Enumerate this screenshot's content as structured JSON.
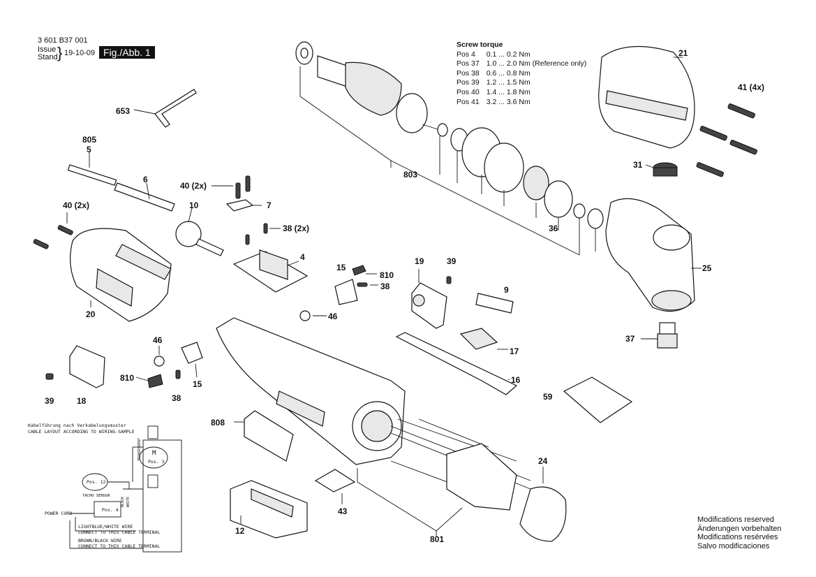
{
  "header": {
    "part_number": "3 601 B37 001",
    "issue_label": "Issue",
    "stand_label": "Stand",
    "date": "19-10-09",
    "figure": "Fig./Abb. 1"
  },
  "torque": {
    "title": "Screw torque",
    "rows": [
      {
        "pos": "Pos 4",
        "value": "0.1 ... 0.2 Nm"
      },
      {
        "pos": "Pos 37",
        "value": "1.0 ... 2.0 Nm (Reference only)"
      },
      {
        "pos": "Pos 38",
        "value": "0.6 ... 0.8 Nm"
      },
      {
        "pos": "Pos 39",
        "value": "1.2 ... 1.5 Nm"
      },
      {
        "pos": "Pos 40",
        "value": "1.4 ... 1.8 Nm"
      },
      {
        "pos": "Pos 41",
        "value": "3.2 ... 3.6 Nm"
      }
    ]
  },
  "labels": {
    "p653": "653",
    "p805": "805",
    "p5": "5",
    "p6": "6",
    "p40a": "40 (2x)",
    "p40b": "40 (2x)",
    "p7": "7",
    "p10": "10",
    "p38a": "38 (2x)",
    "p4": "4",
    "p20": "20",
    "p803": "803",
    "p21": "21",
    "p41": "41 (4x)",
    "p31": "31",
    "p36": "36",
    "p25": "25",
    "p15a": "15",
    "p810a": "810",
    "p38b": "38",
    "p46a": "46",
    "p19": "19",
    "p39a": "39",
    "p9": "9",
    "p17": "17",
    "p16": "16",
    "p37": "37",
    "p59": "59",
    "p46b": "46",
    "p810b": "810",
    "p15b": "15",
    "p38c": "38",
    "p39b": "39",
    "p18": "18",
    "p808": "808",
    "p24": "24",
    "p43": "43",
    "p12": "12",
    "p801": "801"
  },
  "cable_layout": {
    "title_de": "Kabelführung nach Verkabelungsmuster",
    "title_en": "CABLE LAYOUT ACCORDING TO WIRING-SAMPLE",
    "motor_m": "M",
    "motor_pos": "Pos. 3",
    "pos12": "Pos. 12",
    "tacho": "TACHO SENSOR",
    "pos4": "Pos. 4",
    "power_cord": "POWER CORD",
    "lightblue_1": "LIGHTBLUE/WHITE WIRE",
    "lightblue_2": "CONNECT TO THIS CABLE TERMINAL",
    "brown_1": "BROWN/BLACK WIRE",
    "brown_2": "CONNECT TO THIS CABLE TERMINAL",
    "wire_transparent": "TRANSPARENT",
    "wire_black": "BLACK",
    "wire_white": "WHITE"
  },
  "modifications": [
    "Modifications reserved",
    "Änderungen vorbehalten",
    "Modifications resérvées",
    "Salvo modificaciones"
  ]
}
